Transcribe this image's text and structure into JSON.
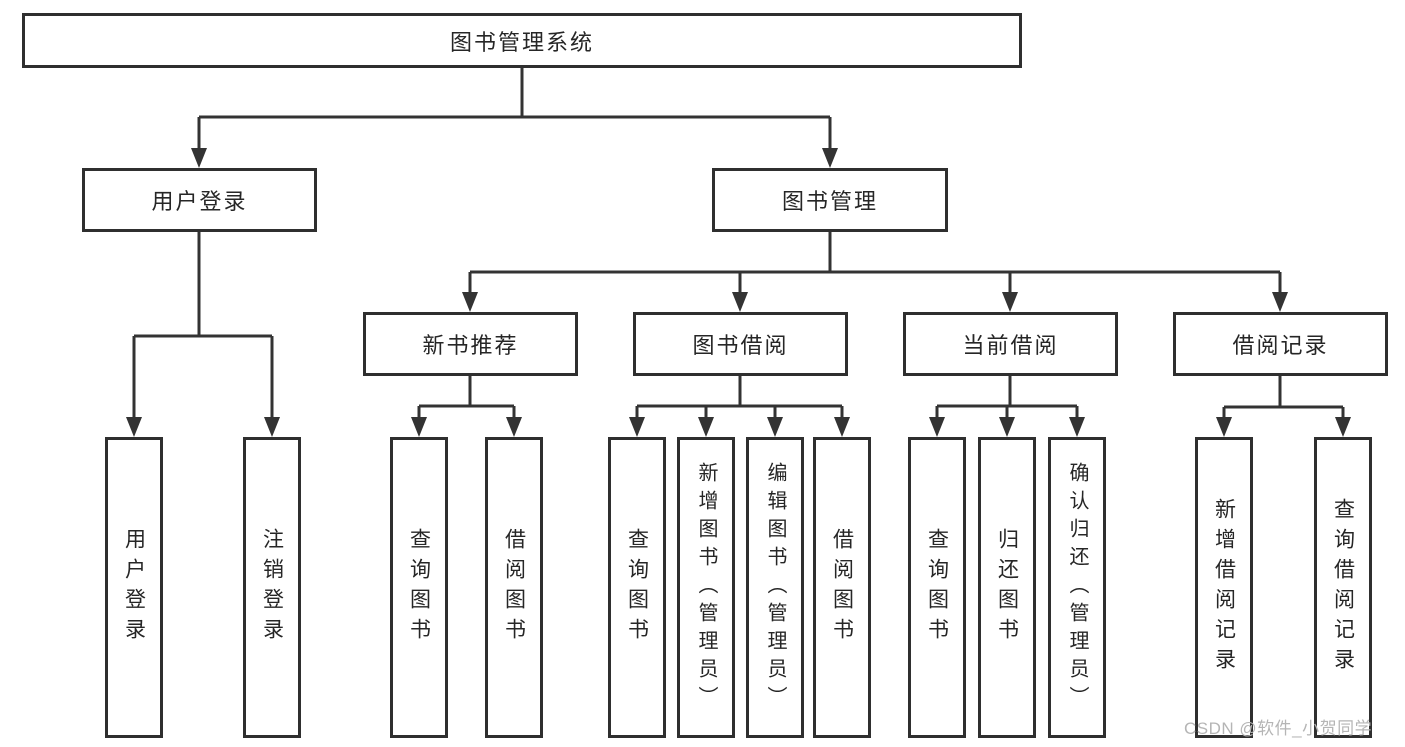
{
  "nodes": {
    "root": "图书管理系统",
    "user_login": "用户登录",
    "book_management": "图书管理",
    "new_book_recommend": "新书推荐",
    "book_borrowing": "图书借阅",
    "current_borrowing": "当前借阅",
    "borrowing_records": "借阅记录",
    "leaf_user_login": "用户登录",
    "leaf_logout_login": "注销登录",
    "leaf_query_books_recommend": "查询图书",
    "leaf_borrow_books_recommend": "借阅图书",
    "leaf_query_books_borrowing": "查询图书",
    "leaf_add_books_admin": "新增图书（管理员）",
    "leaf_edit_books_admin": "编辑图书（管理员）",
    "leaf_borrow_books_borrowing": "借阅图书",
    "leaf_query_books_current": "查询图书",
    "leaf_return_books": "归还图书",
    "leaf_confirm_return_admin": "确认归还（管理员）",
    "leaf_add_borrow_record": "新增借阅记录",
    "leaf_query_borrow_record": "查询借阅记录"
  },
  "watermark": "CSDN @软件_小贺同学",
  "colors": {
    "line": "#333333",
    "box_border": "#2f2f2f",
    "text": "#262626",
    "watermark": "#b5b5b5",
    "background": "#ffffff"
  }
}
